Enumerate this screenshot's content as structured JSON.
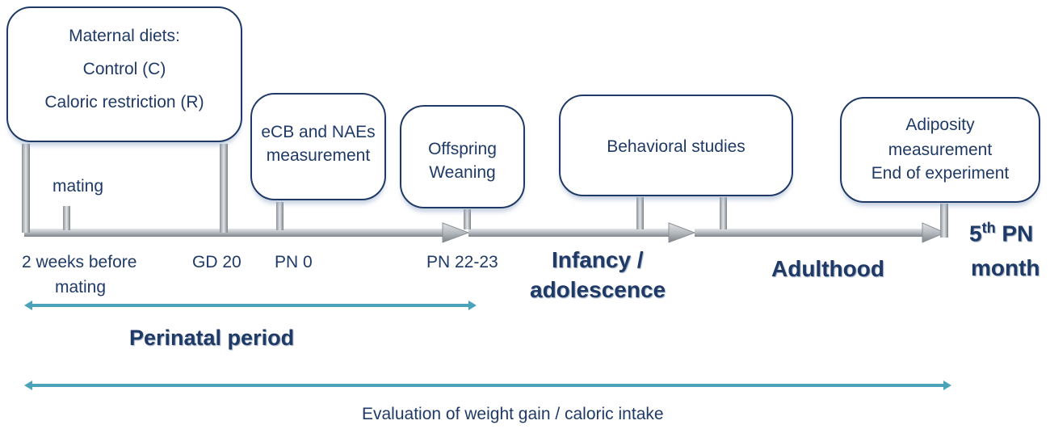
{
  "boxes": {
    "diets": {
      "title": "Maternal diets:",
      "line1": "Control (C)",
      "line2": "Caloric  restriction  (R)"
    },
    "ecb": {
      "line1": "eCB and NAEs",
      "line2": "measurement"
    },
    "weaning": {
      "line1": "Offspring",
      "line2": "Weaning"
    },
    "behavioral": {
      "line1": "Behavioral  studies"
    },
    "adiposity": {
      "line1": "Adiposity",
      "line2": "measurement",
      "line3": "End of experiment"
    }
  },
  "labels": {
    "mating": "mating",
    "weeks_before_1": "2 weeks before",
    "weeks_before_2": "mating",
    "gd20": "GD 20",
    "pn0": "PN 0",
    "pn2223": "PN 22-23",
    "infancy_1": "Infancy /",
    "infancy_2": "adolescence",
    "adulthood": "Adulthood",
    "fifth_num": "5",
    "fifth_sup": "th",
    "fifth_pn": " PN",
    "month": "month",
    "perinatal": "Perinatal period",
    "evaluation": "Evaluation of weight gain  / caloric intake"
  },
  "colors": {
    "border": "#1f3a66",
    "text": "#1f3a66",
    "teal": "#4aa3b8",
    "bar": "#a9aeb4"
  }
}
